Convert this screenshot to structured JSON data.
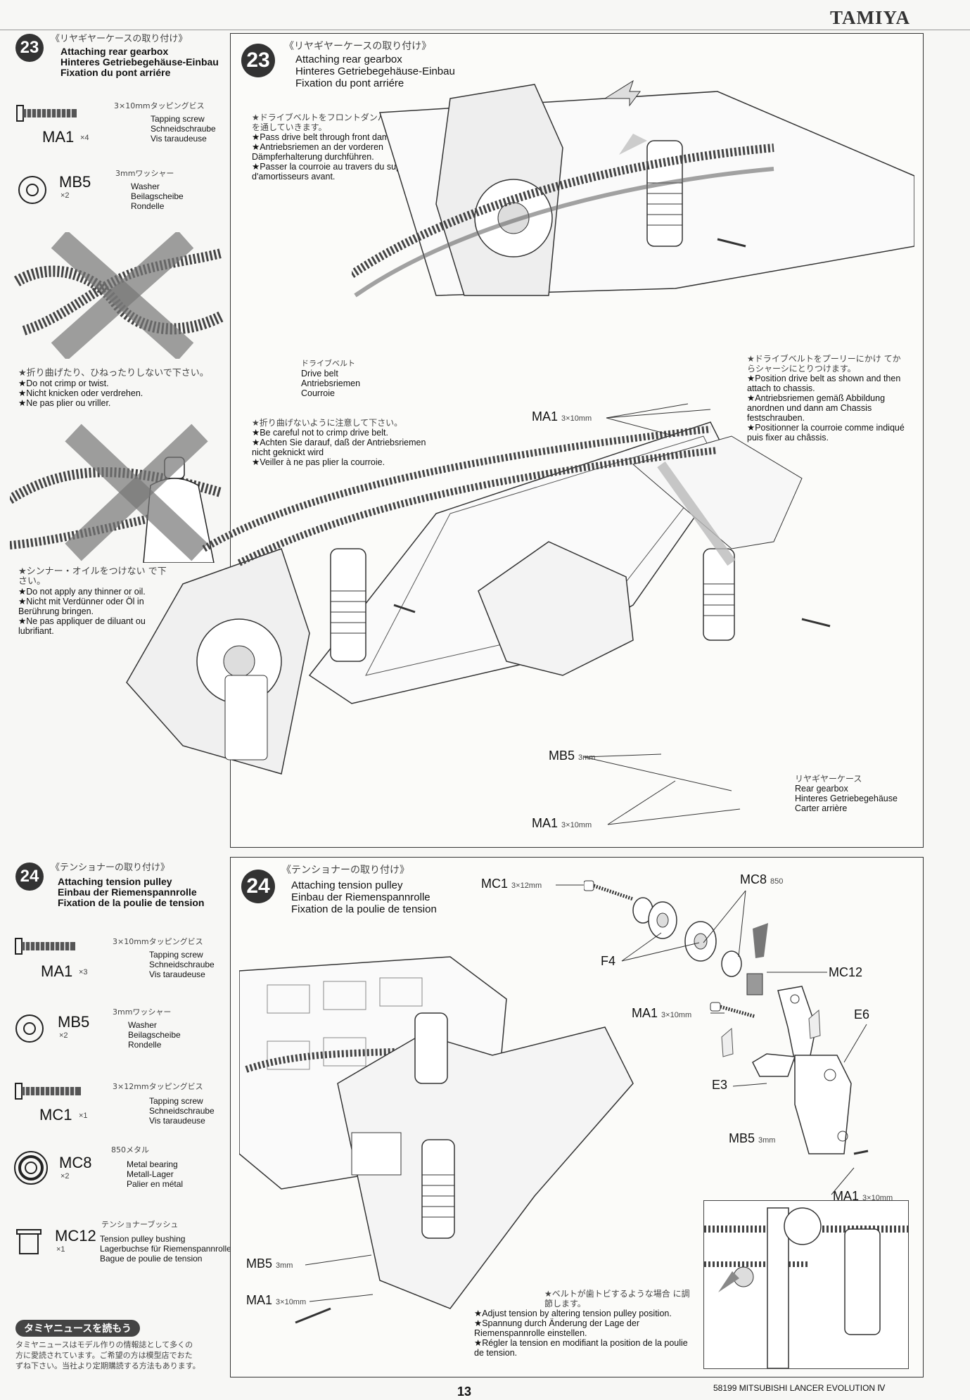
{
  "brand": "TAMIYA",
  "step23": {
    "number": "23",
    "title_jp": "《リヤギヤーケースの取り付け》",
    "title_en": "Attaching rear gearbox",
    "title_de": "Hinteres Getriebegehäuse-Einbau",
    "title_fr": "Fixation du pont arriére",
    "parts": [
      {
        "code": "MA1",
        "qty": "×4",
        "spec_jp": "3×10mmタッピングビス",
        "desc": [
          "Tapping screw",
          "Schneidschraube",
          "Vis taraudeuse"
        ]
      },
      {
        "code": "MB5",
        "qty": "×2",
        "spec_jp": "3mmワッシャー",
        "desc": [
          "Washer",
          "Beilagscheibe",
          "Rondelle"
        ]
      }
    ],
    "warnings_left": [
      {
        "jp": "★折り曲げたり、ひねったりしないで下さい。",
        "lines": [
          "★Do not crimp or twist.",
          "★Nicht knicken oder verdrehen.",
          "★Ne pas plier ou vriller."
        ]
      },
      {
        "jp": "★シンナー・オイルをつけない で下さい。",
        "lines": [
          "★Do not apply any thinner or oil.",
          "★Nicht mit Verdünner oder Öl in Berührung bringen.",
          "★Ne pas appliquer de diluant ou lubrifiant."
        ]
      }
    ],
    "panel": {
      "number": "23",
      "title_jp": "《リヤギヤーケースの取り付け》",
      "title_en": "Attaching rear gearbox",
      "title_de": "Hinteres Getriebegehäuse-Einbau",
      "title_fr": "Fixation du pont arriére",
      "note1": {
        "jp": "★ドライブベルトをフロントダンパーステー の中を通していきます。",
        "lines": [
          "★Pass drive belt through front damper stay.",
          "★Antriebsriemen an der vorderen Dämpferhalterung durchführen.",
          "★Passer la courroie au travers du support d'amortisseurs avant."
        ]
      },
      "belt_label": {
        "jp": "ドライブベルト",
        "lines": [
          "Drive belt",
          "Antriebsriemen",
          "Courroie"
        ]
      },
      "note2": {
        "jp": "★折り曲げないように注意して下さい。",
        "lines": [
          "★Be careful not to crimp drive belt.",
          "★Achten Sie darauf, daß der Antriebsriemen nicht geknickt wird",
          "★Veiller à ne pas plier la courroie."
        ]
      },
      "note3": {
        "jp": "★ドライブベルトをプーリーにかけ てからシャーシにとりつけます。",
        "lines": [
          "★Position drive belt as shown and then attach to chassis.",
          "★Antriebsriemen gemäß Abbildung anordnen und dann am Chassis festschrauben.",
          "★Positionner la courroie comme indiqué puis fixer au châssis."
        ]
      },
      "callouts": [
        {
          "code": "MA1",
          "spec": "3×10mm"
        },
        {
          "code": "MB5",
          "spec": "3mm"
        },
        {
          "code": "MA1",
          "spec": "3×10mm"
        }
      ],
      "gearbox_label": {
        "jp": "リヤギヤーケース",
        "lines": [
          "Rear gearbox",
          "Hinteres Getriebegehäuse",
          "Carter arrière"
        ]
      }
    }
  },
  "step24": {
    "number": "24",
    "title_jp": "《テンショナーの取り付け》",
    "title_en": "Attaching tension pulley",
    "title_de": "Einbau der Riemenspannrolle",
    "title_fr": "Fixation de la poulie de tension",
    "parts": [
      {
        "code": "MA1",
        "qty": "×3",
        "spec_jp": "3×10mmタッピングビス",
        "desc": [
          "Tapping screw",
          "Schneidschraube",
          "Vis taraudeuse"
        ]
      },
      {
        "code": "MB5",
        "qty": "×2",
        "spec_jp": "3mmワッシャー",
        "desc": [
          "Washer",
          "Beilagscheibe",
          "Rondelle"
        ]
      },
      {
        "code": "MC1",
        "qty": "×1",
        "spec_jp": "3×12mmタッピングビス",
        "desc": [
          "Tapping screw",
          "Schneidschraube",
          "Vis taraudeuse"
        ]
      },
      {
        "code": "MC8",
        "qty": "×2",
        "spec_jp": "850メタル",
        "desc": [
          "Metal bearing",
          "Metall-Lager",
          "Palier en métal"
        ]
      },
      {
        "code": "MC12",
        "qty": "×1",
        "spec_jp": "テンショナーブッシュ",
        "desc": [
          "Tension pulley bushing",
          "Lagerbuchse für Riemenspannrolle",
          "Bague de poulie de tension"
        ]
      }
    ],
    "panel": {
      "number": "24",
      "title_jp": "《テンショナーの取り付け》",
      "title_en": "Attaching tension pulley",
      "title_de": "Einbau der Riemenspannrolle",
      "title_fr": "Fixation de la poulie de tension",
      "callouts": [
        {
          "code": "MC1",
          "spec": "3×12mm"
        },
        {
          "code": "MC8",
          "spec": "850"
        },
        {
          "code": "F4",
          "spec": ""
        },
        {
          "code": "MC12",
          "spec": ""
        },
        {
          "code": "MA1",
          "spec": "3×10mm"
        },
        {
          "code": "E6",
          "spec": ""
        },
        {
          "code": "E3",
          "spec": ""
        },
        {
          "code": "MB5",
          "spec": "3mm"
        },
        {
          "code": "MA1",
          "spec": "3×10mm"
        },
        {
          "code": "MB5",
          "spec": "3mm"
        },
        {
          "code": "MA1",
          "spec": "3×10mm"
        }
      ],
      "tension_note": {
        "jp": "★ベルトが歯トビするような場合 に調節します。",
        "lines": [
          "★Adjust tension by altering tension pulley position.",
          "★Spannung durch Änderung der Lage der Riemenspannrolle einstellen.",
          "★Régler la tension en modifiant la position de la poulie de tension."
        ]
      }
    }
  },
  "news": {
    "badge": "タミヤニュースを読もう",
    "lines": [
      "タミヤニュースはモデル作りの情報誌として多くの",
      "方に愛読されています。ご希望の方は模型店でおた",
      "ずね下さい。当社より定期購読する方法もあります。"
    ]
  },
  "footer": {
    "page": "13",
    "model": "58199 MITSUBISHI LANCER EVOLUTION Ⅳ"
  }
}
